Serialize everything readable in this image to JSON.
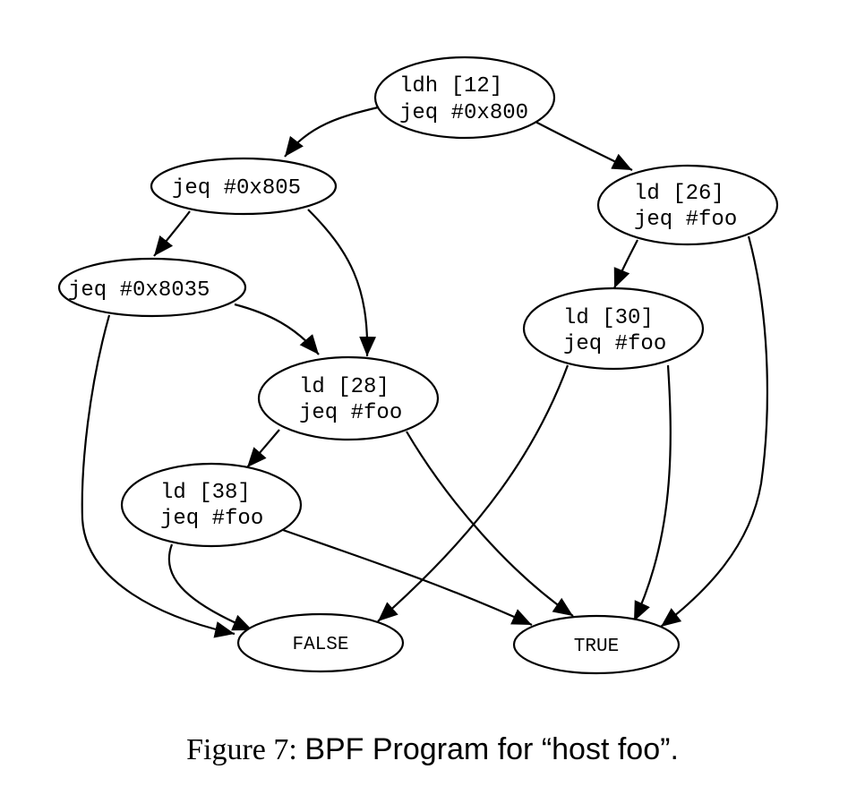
{
  "nodes": {
    "ldh12": {
      "lines": [
        "ldh [12]",
        "jeq #0x800"
      ]
    },
    "jeq805": {
      "lines": [
        "jeq #0x805"
      ]
    },
    "ld26": {
      "lines": [
        "ld [26]",
        "jeq #foo"
      ]
    },
    "jeq8035": {
      "lines": [
        "jeq #0x8035"
      ]
    },
    "ld30": {
      "lines": [
        "ld [30]",
        "jeq #foo"
      ]
    },
    "ld28": {
      "lines": [
        "ld [28]",
        "jeq #foo"
      ]
    },
    "ld38": {
      "lines": [
        "ld [38]",
        "jeq #foo"
      ]
    },
    "false_node": {
      "lines": [
        "FALSE"
      ]
    },
    "true_node": {
      "lines": [
        "TRUE"
      ]
    }
  },
  "edges": [
    {
      "from": "ldh12",
      "to": "jeq805"
    },
    {
      "from": "ldh12",
      "to": "ld26"
    },
    {
      "from": "jeq805",
      "to": "jeq8035"
    },
    {
      "from": "jeq805",
      "to": "ld28"
    },
    {
      "from": "ld26",
      "to": "ld30"
    },
    {
      "from": "ld26",
      "to": "true_node"
    },
    {
      "from": "jeq8035",
      "to": "ld28"
    },
    {
      "from": "jeq8035",
      "to": "false_node"
    },
    {
      "from": "ld30",
      "to": "false_node"
    },
    {
      "from": "ld30",
      "to": "true_node"
    },
    {
      "from": "ld28",
      "to": "ld38"
    },
    {
      "from": "ld28",
      "to": "true_node"
    },
    {
      "from": "ld38",
      "to": "false_node"
    },
    {
      "from": "ld38",
      "to": "true_node"
    }
  ],
  "caption": {
    "prefix": "Figure 7: ",
    "text": "BPF Program for “host foo”."
  }
}
